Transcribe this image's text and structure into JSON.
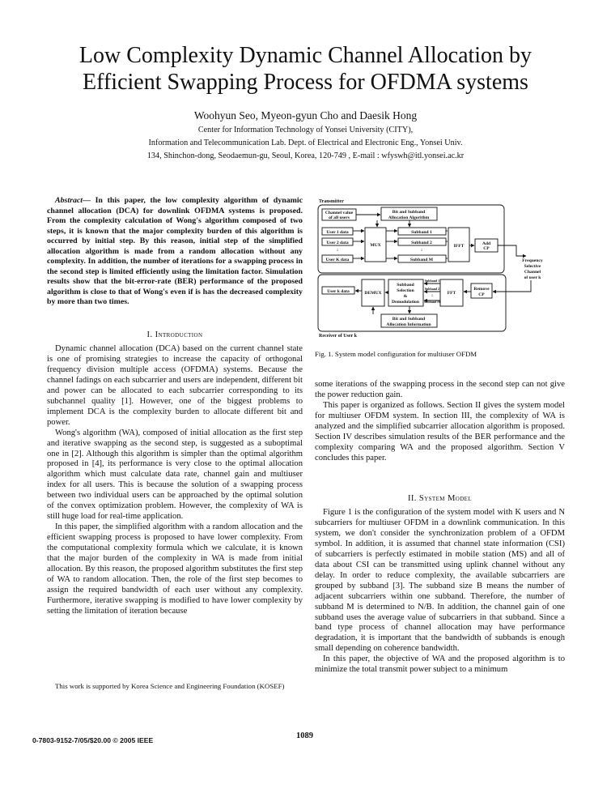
{
  "paper": {
    "title_line1": "Low Complexity Dynamic Channel Allocation by",
    "title_line2": "Efficient Swapping Process for OFDMA systems",
    "authors": "Woohyun Seo, Myeon-gyun Cho and Daesik Hong",
    "affil1": "Center for Information Technology of Yonsei University (CITY),",
    "affil2": "Information and Telecommunication Lab. Dept. of Electrical and Electronic Eng., Yonsei Univ.",
    "affil3": "134, Shinchon-dong, Seodaemun-gu, Seoul, Korea, 120-749 , E-mail : wfyswh@itl.yonsei.ac.kr"
  },
  "abstract": {
    "label": "Abstract",
    "text": "— In this paper, the low complexity algorithm of dynamic channel allocation (DCA) for downlink OFDMA systems is proposed. From the complexity calculation of Wong's algorithm composed of two steps, it is known that the major complexity burden of this algorithm is occurred by initial step. By this reason, initial step of the simplified allocation algorithm is made from a random allocation without any complexity. In addition, the number of iterations for a swapping process in the second step is limited efficiently using the limitation factor. Simulation results show that the bit-error-rate (BER) performance of the proposed algorithm is close to that of Wong's even if is has the decreased complexity by more than two times."
  },
  "sections": {
    "intro": "I. Introduction",
    "system": "II. System Model"
  },
  "intro": {
    "p1": "Dynamic channel allocation (DCA) based on the current channel state is one of promising strategies to increase the capacity of orthogonal frequency division multiple access (OFDMA) systems. Because the channel fadings on each subcarrier and users are independent, different bit and power can be allocated to each subcarrier corresponding to its subchannel quality [1]. However, one of the biggest problems to implement DCA is the complexity burden to allocate different bit and power.",
    "p2": "Wong's algorithm (WA), composed of initial allocation as the first step and iterative swapping as the second step, is suggested as a suboptimal one in [2]. Although this algorithm is simpler than the optimal algorithm proposed in [4], its performance is very close to the optimal allocation algorithm which must calculate data rate, channel gain and multiuser index for all users. This is because the solution of a swapping process between two individual users can be approached by the optimal solution of the convex optimization problem. However, the complexity of WA is still huge load for real-time application.",
    "p3": "In this paper, the simplified algorithm with a random allocation and the efficient swapping process is proposed to have lower complexity. From the computational complexity formula which we calculate, it is known that the major burden of the complexity in WA is made from initial allocation. By this reason, the proposed algorithm substitutes the first step of WA to random allocation. Then, the role of the first step becomes to assign the required bandwidth of each user without any complexity. Furthermore, iterative swapping is modified to have lower complexity by setting the limitation of iteration because"
  },
  "footnote": "This work is supported by Korea Science and Engineering Foundation (KOSEF)",
  "right": {
    "p1": "some iterations of the swapping process in the second step can not give the power reduction gain.",
    "p2": "This paper is organized as follows. Section II gives the system model for multiuser OFDM system. In section III, the complexity of WA is analyzed and the simplified subcarrier allocation algorithm is proposed. Section IV describes simulation results of the BER performance and the complexity comparing WA and the proposed algorithm. Section V concludes this paper.",
    "p3": "Figure 1 is the configuration of the system model with K users and N subcarriers for multiuser OFDM in a downlink communication. In this system, we don't consider the synchronization problem of a OFDM symbol. In addition, it is assumed that channel state information (CSI) of subcarriers is perfectly estimated in mobile station (MS) and all of data about CSI can be transmitted using uplink channel without any delay. In order to reduce complexity, the available subcarriers are grouped by subband [3]. The subband size B means the number of adjacent subcarriers within one subband. Therefore, the number of subband M is determined to N/B. In addition, the channel gain of one subband uses the average value of subcarriers in that subband. Since a band type process of channel allocation may have performance degradation, it is important that the bandwidth of subbands is enough small depending on coherence bandwidth.",
    "p4": "In this paper, the objective of WA and the proposed algorithm is to minimize the total transmit power subject to a minimum"
  },
  "figure": {
    "caption": "Fig. 1.   System model configuration for multiuser OFDM",
    "transmitter": "Transmitter",
    "receiver": "Receiver of User k",
    "channel_value_1": "Channel value",
    "channel_value_2": "of all users",
    "alloc_algo_1": "Bit and Subband",
    "alloc_algo_2": "Allocation Algorithm",
    "user1": "User 1 data",
    "user2": "User 2 data",
    "userK": "User K data",
    "mux": "MUX",
    "subband1": "Subband 1",
    "subband2": "Subband 2",
    "subbandM": "Subband M",
    "ifft": "IFFT",
    "addcp_1": "Add",
    "addcp_2": "CP",
    "freq_1": "Frequency",
    "freq_2": "Selective",
    "freq_3": "Channel",
    "freq_4": "of user k",
    "userk_data": "User k data",
    "demux": "DEMUX",
    "sel_1": "Subband",
    "sel_2": "Selection",
    "sel_3": "&",
    "sel_4": "Demodulation",
    "fft": "FFT",
    "remcp_1": "Remove",
    "remcp_2": "CP",
    "info_1": "Bit and Subband",
    "info_2": "Allocation Information",
    "dots": ":"
  },
  "footer": {
    "isbn": "0-7803-9152-7/05/$20.00 © 2005 IEEE",
    "page": "1089"
  }
}
